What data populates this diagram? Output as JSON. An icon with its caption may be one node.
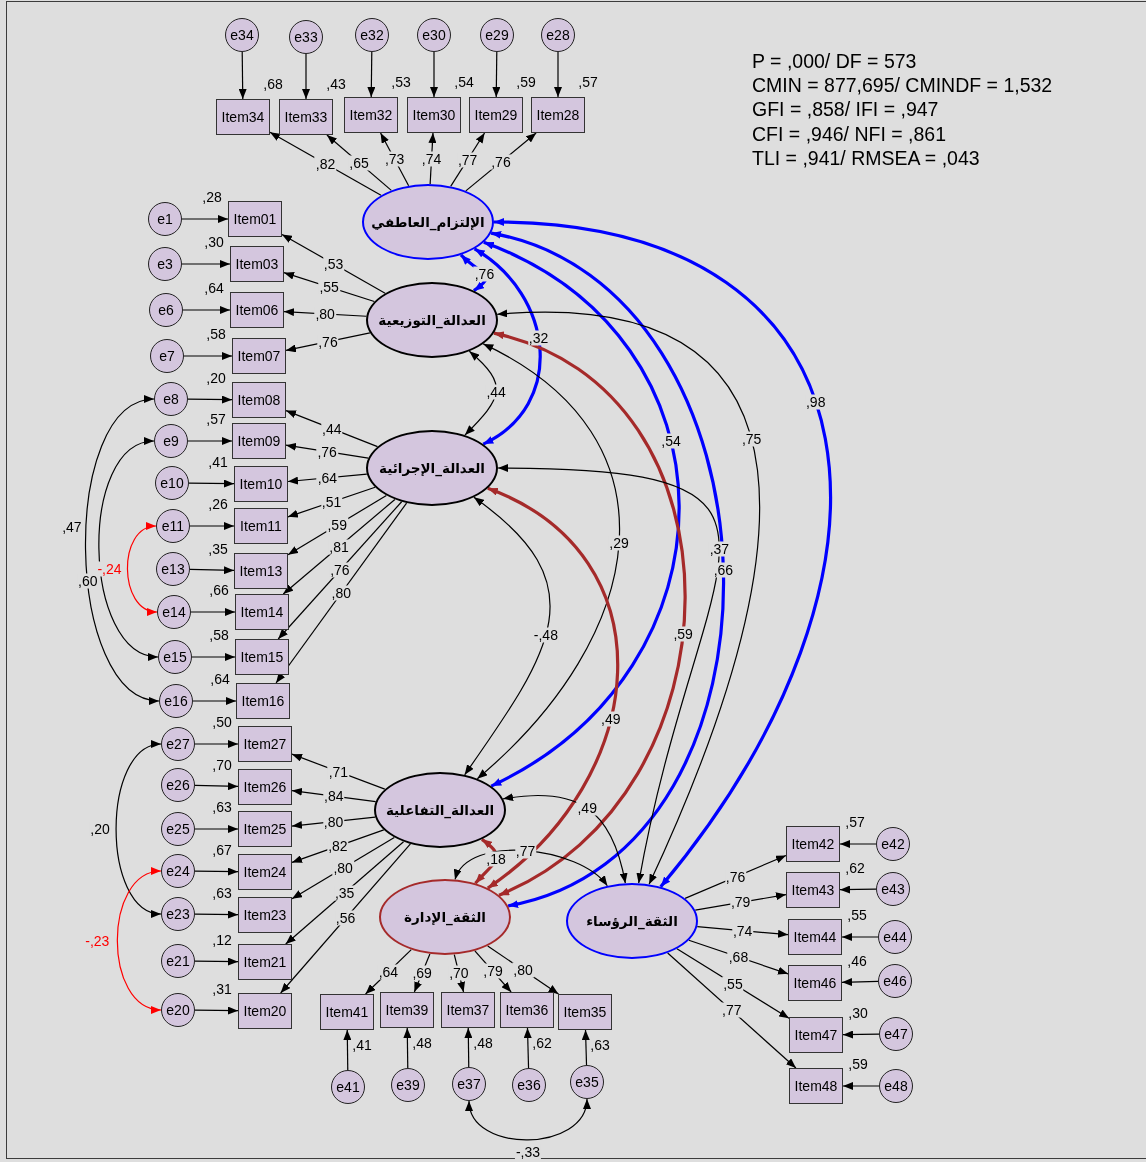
{
  "diagram": {
    "nodes": [
      {
        "text": [
          "الإلتزام_العاطفي"
        ]
      },
      {
        "text": [
          "العدالة_التوزيعية"
        ]
      },
      {
        "text": [
          "العدالة_الإجرائية"
        ]
      },
      {
        "text": [
          "العدالة_التفاعلية"
        ]
      },
      {
        "text": [
          "الثقة_الإدارة"
        ]
      },
      {
        "text": [
          "الثقة_الرؤساء"
        ]
      },
      {
        "text": [
          "Item34"
        ],
        "beside": [
          ",68"
        ]
      },
      {
        "text": [
          "Item33"
        ],
        "beside": [
          ",43"
        ]
      },
      {
        "text": [
          "Item32"
        ],
        "beside": [
          ",53"
        ]
      },
      {
        "text": [
          "Item30"
        ],
        "beside": [
          ",54"
        ]
      },
      {
        "text": [
          "Item29"
        ],
        "beside": [
          ",59"
        ]
      },
      {
        "text": [
          "Item28"
        ],
        "beside": [
          ",57"
        ]
      },
      {
        "text": [
          "Item01"
        ],
        "beside": [
          ",28"
        ]
      },
      {
        "text": [
          "Item03"
        ],
        "beside": [
          ",30"
        ]
      },
      {
        "text": [
          "Item06"
        ],
        "beside": [
          ",64"
        ]
      },
      {
        "text": [
          "Item07"
        ],
        "beside": [
          ",58"
        ]
      },
      {
        "text": [
          "Item08"
        ],
        "beside": [
          ",20"
        ]
      },
      {
        "text": [
          "Item09"
        ],
        "beside": [
          ",57"
        ]
      },
      {
        "text": [
          "Item10"
        ],
        "beside": [
          ",41"
        ]
      },
      {
        "text": [
          "Item11"
        ],
        "beside": [
          ",26"
        ]
      },
      {
        "text": [
          "Item13"
        ],
        "beside": [
          ",35"
        ]
      },
      {
        "text": [
          "Item14"
        ],
        "beside": [
          ",66"
        ]
      },
      {
        "text": [
          "Item15"
        ],
        "beside": [
          ",58"
        ]
      },
      {
        "text": [
          "Item16"
        ],
        "beside": [
          ",64"
        ]
      },
      {
        "text": [
          "Item27"
        ],
        "beside": [
          ",50"
        ]
      },
      {
        "text": [
          "Item26"
        ],
        "beside": [
          ",70"
        ]
      },
      {
        "text": [
          "Item25"
        ],
        "beside": [
          ",63"
        ]
      },
      {
        "text": [
          "Item24"
        ],
        "beside": [
          ",67"
        ]
      },
      {
        "text": [
          "Item23"
        ],
        "beside": [
          ",63"
        ]
      },
      {
        "text": [
          "Item21"
        ],
        "beside": [
          ",12"
        ]
      },
      {
        "text": [
          "Item20"
        ],
        "beside": [
          ",31"
        ]
      },
      {
        "text": [
          "Item41"
        ],
        "beside": [
          ",41"
        ]
      },
      {
        "text": [
          "Item39"
        ],
        "beside": [
          ",48"
        ]
      },
      {
        "text": [
          "Item37"
        ],
        "beside": [
          ",48"
        ]
      },
      {
        "text": [
          "Item36"
        ],
        "beside": [
          ",62"
        ]
      },
      {
        "text": [
          "Item35"
        ],
        "beside": [
          ",63"
        ]
      },
      {
        "text": [
          "Item42"
        ],
        "beside": [
          ",57"
        ]
      },
      {
        "text": [
          "Item43"
        ],
        "beside": [
          ",62"
        ]
      },
      {
        "text": [
          "Item44"
        ],
        "beside": [
          ",55"
        ]
      },
      {
        "text": [
          "Item46"
        ],
        "beside": [
          ",46"
        ]
      },
      {
        "text": [
          "Item47"
        ],
        "beside": [
          ",30"
        ]
      },
      {
        "text": [
          "Item48"
        ],
        "beside": [
          ",59"
        ]
      },
      {
        "text": [
          "e34"
        ]
      },
      {
        "text": [
          "e33"
        ]
      },
      {
        "text": [
          "e32"
        ]
      },
      {
        "text": [
          "e30"
        ]
      },
      {
        "text": [
          "e29"
        ]
      },
      {
        "text": [
          "e28"
        ]
      },
      {
        "text": [
          "e1"
        ]
      },
      {
        "text": [
          "e3"
        ]
      },
      {
        "text": [
          "e6"
        ]
      },
      {
        "text": [
          "e7"
        ]
      },
      {
        "text": [
          "e8"
        ]
      },
      {
        "text": [
          "e9"
        ]
      },
      {
        "text": [
          "e10"
        ]
      },
      {
        "text": [
          "e11"
        ]
      },
      {
        "text": [
          "e13"
        ]
      },
      {
        "text": [
          "e14"
        ]
      },
      {
        "text": [
          "e15"
        ]
      },
      {
        "text": [
          "e16"
        ]
      },
      {
        "text": [
          "e27"
        ]
      },
      {
        "text": [
          "e26"
        ]
      },
      {
        "text": [
          "e25"
        ]
      },
      {
        "text": [
          "e24"
        ]
      },
      {
        "text": [
          "e23"
        ]
      },
      {
        "text": [
          "e21"
        ]
      },
      {
        "text": [
          "e20"
        ]
      },
      {
        "text": [
          "e41"
        ]
      },
      {
        "text": [
          "e39"
        ]
      },
      {
        "text": [
          "e37"
        ]
      },
      {
        "text": [
          "e36"
        ]
      },
      {
        "text": [
          "e35"
        ]
      },
      {
        "text": [
          "e42"
        ]
      },
      {
        "text": [
          "e43"
        ]
      },
      {
        "text": [
          "e44"
        ]
      },
      {
        "text": [
          "e46"
        ]
      },
      {
        "text": [
          "e47"
        ]
      },
      {
        "text": [
          "e48"
        ]
      }
    ],
    "edges": [
      {
        "from": 0,
        "to": 6,
        "arrow": "to",
        "label": ",82"
      },
      {
        "from": 0,
        "to": 7,
        "arrow": "to",
        "label": ",65"
      },
      {
        "from": 0,
        "to": 8,
        "arrow": "to",
        "label": ",73"
      },
      {
        "from": 0,
        "to": 9,
        "arrow": "to",
        "label": ",74"
      },
      {
        "from": 0,
        "to": 10,
        "arrow": "to",
        "label": ",77"
      },
      {
        "from": 0,
        "to": 11,
        "arrow": "to",
        "label": ",76"
      },
      {
        "from": 1,
        "to": 12,
        "arrow": "to",
        "label": ",53"
      },
      {
        "from": 1,
        "to": 13,
        "arrow": "to",
        "label": ",55"
      },
      {
        "from": 1,
        "to": 14,
        "arrow": "to",
        "label": ",80"
      },
      {
        "from": 1,
        "to": 15,
        "arrow": "to",
        "label": ",76"
      },
      {
        "from": 2,
        "to": 16,
        "arrow": "to",
        "label": ",44"
      },
      {
        "from": 2,
        "to": 17,
        "arrow": "to",
        "label": ",76"
      },
      {
        "from": 2,
        "to": 18,
        "arrow": "to",
        "label": ",64"
      },
      {
        "from": 2,
        "to": 19,
        "arrow": "to",
        "label": ",51"
      },
      {
        "from": 2,
        "to": 20,
        "arrow": "to",
        "label": ",59"
      },
      {
        "from": 2,
        "to": 21,
        "arrow": "to",
        "label": ",81"
      },
      {
        "from": 2,
        "to": 22,
        "arrow": "to",
        "label": ",76"
      },
      {
        "from": 2,
        "to": 23,
        "arrow": "to",
        "label": ",80"
      },
      {
        "from": 3,
        "to": 24,
        "arrow": "to",
        "label": ",71"
      },
      {
        "from": 3,
        "to": 25,
        "arrow": "to",
        "label": ",84"
      },
      {
        "from": 3,
        "to": 26,
        "arrow": "to",
        "label": ",80"
      },
      {
        "from": 3,
        "to": 27,
        "arrow": "to",
        "label": ",82"
      },
      {
        "from": 3,
        "to": 28,
        "arrow": "to",
        "label": ",80"
      },
      {
        "from": 3,
        "to": 29,
        "arrow": "to",
        "label": ",35"
      },
      {
        "from": 3,
        "to": 30,
        "arrow": "to",
        "label": ",56"
      },
      {
        "from": 4,
        "to": 31,
        "arrow": "to",
        "label": ",64"
      },
      {
        "from": 4,
        "to": 32,
        "arrow": "to",
        "label": ",69"
      },
      {
        "from": 4,
        "to": 33,
        "arrow": "to",
        "label": ",70"
      },
      {
        "from": 4,
        "to": 34,
        "arrow": "to",
        "label": ",79"
      },
      {
        "from": 4,
        "to": 35,
        "arrow": "to",
        "label": ",80"
      },
      {
        "from": 5,
        "to": 36,
        "arrow": "to",
        "label": ",76"
      },
      {
        "from": 5,
        "to": 37,
        "arrow": "to",
        "label": ",79"
      },
      {
        "from": 5,
        "to": 38,
        "arrow": "to",
        "label": ",74"
      },
      {
        "from": 5,
        "to": 39,
        "arrow": "to",
        "label": ",68"
      },
      {
        "from": 5,
        "to": 40,
        "arrow": "to",
        "label": ",55"
      },
      {
        "from": 5,
        "to": 41,
        "arrow": "to",
        "label": ",77"
      },
      {
        "from": 42,
        "to": 6,
        "arrow": "to"
      },
      {
        "from": 43,
        "to": 7,
        "arrow": "to"
      },
      {
        "from": 44,
        "to": 8,
        "arrow": "to"
      },
      {
        "from": 45,
        "to": 9,
        "arrow": "to"
      },
      {
        "from": 46,
        "to": 10,
        "arrow": "to"
      },
      {
        "from": 47,
        "to": 11,
        "arrow": "to"
      },
      {
        "from": 48,
        "to": 12,
        "arrow": "to"
      },
      {
        "from": 49,
        "to": 13,
        "arrow": "to"
      },
      {
        "from": 50,
        "to": 14,
        "arrow": "to"
      },
      {
        "from": 51,
        "to": 15,
        "arrow": "to"
      },
      {
        "from": 52,
        "to": 16,
        "arrow": "to"
      },
      {
        "from": 53,
        "to": 17,
        "arrow": "to"
      },
      {
        "from": 54,
        "to": 18,
        "arrow": "to"
      },
      {
        "from": 55,
        "to": 19,
        "arrow": "to"
      },
      {
        "from": 56,
        "to": 20,
        "arrow": "to"
      },
      {
        "from": 57,
        "to": 21,
        "arrow": "to"
      },
      {
        "from": 58,
        "to": 22,
        "arrow": "to"
      },
      {
        "from": 59,
        "to": 23,
        "arrow": "to"
      },
      {
        "from": 60,
        "to": 24,
        "arrow": "to"
      },
      {
        "from": 61,
        "to": 25,
        "arrow": "to"
      },
      {
        "from": 62,
        "to": 26,
        "arrow": "to"
      },
      {
        "from": 63,
        "to": 27,
        "arrow": "to"
      },
      {
        "from": 64,
        "to": 28,
        "arrow": "to"
      },
      {
        "from": 65,
        "to": 29,
        "arrow": "to"
      },
      {
        "from": 66,
        "to": 30,
        "arrow": "to"
      },
      {
        "from": 67,
        "to": 31,
        "arrow": "to"
      },
      {
        "from": 68,
        "to": 32,
        "arrow": "to"
      },
      {
        "from": 69,
        "to": 33,
        "arrow": "to"
      },
      {
        "from": 70,
        "to": 34,
        "arrow": "to"
      },
      {
        "from": 71,
        "to": 35,
        "arrow": "to"
      },
      {
        "from": 72,
        "to": 36,
        "arrow": "to"
      },
      {
        "from": 73,
        "to": 37,
        "arrow": "to"
      },
      {
        "from": 74,
        "to": 38,
        "arrow": "to"
      },
      {
        "from": 75,
        "to": 39,
        "arrow": "to"
      },
      {
        "from": 76,
        "to": 40,
        "arrow": "to"
      },
      {
        "from": 77,
        "to": 41,
        "arrow": "to"
      },
      {
        "from": 52,
        "to": 59,
        "arrow": "both",
        "label": ",47"
      },
      {
        "from": 53,
        "to": 58,
        "arrow": "both",
        "label": ",60"
      },
      {
        "from": 55,
        "to": 57,
        "arrow": "both",
        "label": "-,24",
        "color": "#ff0000"
      },
      {
        "from": 60,
        "to": 64,
        "arrow": "both",
        "label": ",20"
      },
      {
        "from": 63,
        "to": 66,
        "arrow": "both",
        "label": "-,23",
        "color": "#ff0000"
      },
      {
        "from": 69,
        "to": 71,
        "arrow": "both",
        "label": "-,33"
      },
      {
        "from": 0,
        "to": 1,
        "arrow": "both",
        "label": ",76",
        "style": "thick",
        "color": "#0000ff"
      },
      {
        "from": 0,
        "to": 2,
        "arrow": "both",
        "label": ",32",
        "style": "thick",
        "color": "#0000ff"
      },
      {
        "from": 0,
        "to": 3,
        "arrow": "both",
        "label": ",54",
        "style": "thick",
        "color": "#0000ff"
      },
      {
        "from": 0,
        "to": 4,
        "arrow": "both",
        "label": ",66",
        "style": "thick",
        "color": "#0000ff"
      },
      {
        "from": 0,
        "to": 5,
        "arrow": "both",
        "label": ",98",
        "style": "thick",
        "color": "#0000ff"
      },
      {
        "from": 1,
        "to": 2,
        "arrow": "both",
        "label": ",44"
      },
      {
        "from": 1,
        "to": 3,
        "arrow": "both",
        "label": ",29"
      },
      {
        "from": 1,
        "to": 4,
        "arrow": "both",
        "label": ",59",
        "style": "thick",
        "color": "#a52a2a"
      },
      {
        "from": 1,
        "to": 5,
        "arrow": "both",
        "label": ",75"
      },
      {
        "from": 2,
        "to": 3,
        "arrow": "both",
        "label": "-,48"
      },
      {
        "from": 2,
        "to": 4,
        "arrow": "both",
        "label": ",49",
        "style": "thick",
        "color": "#a52a2a"
      },
      {
        "from": 2,
        "to": 5,
        "arrow": "both",
        "label": ",37"
      },
      {
        "from": 3,
        "to": 4,
        "arrow": "both",
        "label": ",18",
        "style": "thick",
        "color": "#a52a2a"
      },
      {
        "from": 3,
        "to": 5,
        "arrow": "both",
        "label": ",49"
      },
      {
        "from": 4,
        "to": 5,
        "arrow": "both",
        "label": ",77"
      }
    ],
    "labels": [
      "P = ,000/ DF = 573",
      "CMIN = 877,695/ CMINDF = 1,532",
      "GFI = ,858/ IFI = ,947",
      "CFI = ,946/ NFI = ,861",
      "TLI = ,941/ RMSEA = ,043"
    ]
  }
}
